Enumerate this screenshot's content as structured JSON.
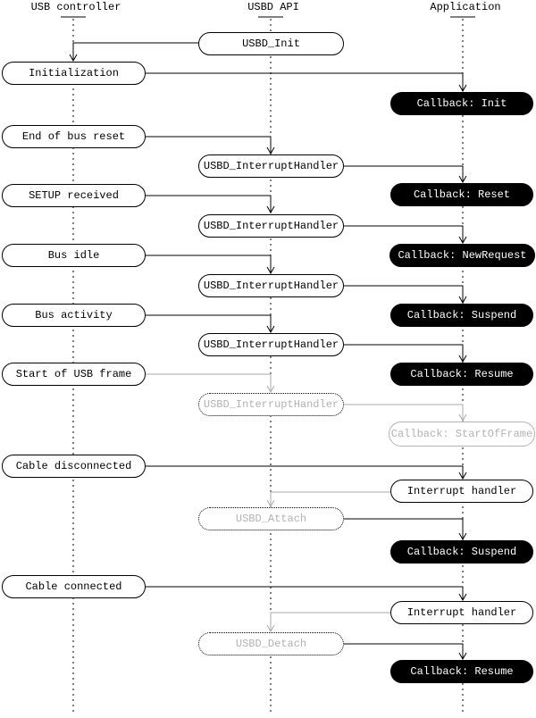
{
  "columns": {
    "usb_controller": "USB controller",
    "usbd_api": "USBD API",
    "application": "Application"
  },
  "nodes": {
    "usbd_init": "USBD_Init",
    "initialization": "Initialization",
    "cb_init": "Callback: Init",
    "end_of_bus_reset": "End of bus reset",
    "ih1": "USBD_InterruptHandler",
    "cb_reset": "Callback: Reset",
    "setup_received": "SETUP received",
    "ih2": "USBD_InterruptHandler",
    "cb_newrequest": "Callback: NewRequest",
    "bus_idle": "Bus idle",
    "ih3": "USBD_InterruptHandler",
    "cb_suspend": "Callback: Suspend",
    "bus_activity": "Bus activity",
    "ih4": "USBD_InterruptHandler",
    "cb_resume": "Callback: Resume",
    "start_of_usb_frame": "Start of USB frame",
    "ih5": "USBD_InterruptHandler",
    "cb_startofframe": "Callback: StartOfFrame",
    "cable_disconnected": "Cable disconnected",
    "interrupt_handler1": "Interrupt handler",
    "usbd_attach": "USBD_Attach",
    "cb_suspend2": "Callback: Suspend",
    "cable_connected": "Cable connected",
    "interrupt_handler2": "Interrupt handler",
    "usbd_detach": "USBD_Detach",
    "cb_resume2": "Callback: Resume"
  },
  "colors": {
    "active_line": "#000000",
    "inactive_line": "#aaaaaa",
    "inactive_text": "#b2b2b2",
    "callback_bg": "#000000",
    "callback_text": "#ffffff"
  },
  "edges": [
    {
      "from": "usbd_init",
      "to": "initialization",
      "state": "active"
    },
    {
      "from": "initialization",
      "to": "cb_init",
      "state": "active"
    },
    {
      "from": "end_of_bus_reset",
      "to": "ih1",
      "state": "active"
    },
    {
      "from": "ih1",
      "to": "cb_reset",
      "state": "active"
    },
    {
      "from": "setup_received",
      "to": "ih2",
      "state": "active"
    },
    {
      "from": "ih2",
      "to": "cb_newrequest",
      "state": "active"
    },
    {
      "from": "bus_idle",
      "to": "ih3",
      "state": "active"
    },
    {
      "from": "ih3",
      "to": "cb_suspend",
      "state": "active"
    },
    {
      "from": "bus_activity",
      "to": "ih4",
      "state": "active"
    },
    {
      "from": "ih4",
      "to": "cb_resume",
      "state": "active"
    },
    {
      "from": "start_of_usb_frame",
      "to": "ih5",
      "state": "inactive"
    },
    {
      "from": "ih5",
      "to": "cb_startofframe",
      "state": "inactive"
    },
    {
      "from": "cable_disconnected",
      "to": "interrupt_handler1",
      "state": "active"
    },
    {
      "from": "interrupt_handler1",
      "to": "usbd_attach",
      "state": "inactive"
    },
    {
      "from": "usbd_attach",
      "to": "cb_suspend2",
      "state": "active"
    },
    {
      "from": "cable_connected",
      "to": "interrupt_handler2",
      "state": "active"
    },
    {
      "from": "interrupt_handler2",
      "to": "usbd_detach",
      "state": "inactive"
    },
    {
      "from": "usbd_detach",
      "to": "cb_resume2",
      "state": "active"
    }
  ]
}
